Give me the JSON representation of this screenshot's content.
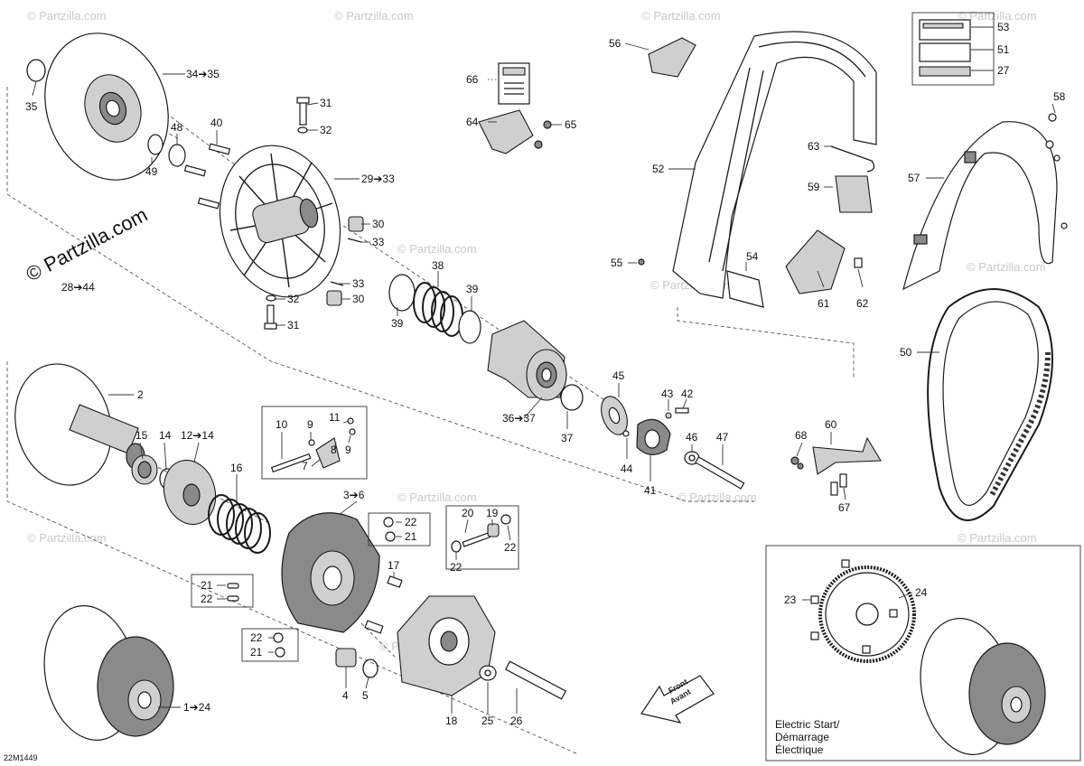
{
  "diagram": {
    "watermark_text": "© Partzilla.com",
    "drawing_code": "22M1449",
    "front_arrow": {
      "line1": "Front",
      "line2": "Avant"
    },
    "electric_start_caption": [
      "Electric Start/",
      "Démarrage",
      "Électrique"
    ],
    "callouts": [
      {
        "id": "c35",
        "text": "35"
      },
      {
        "id": "c34",
        "text": "34➔35"
      },
      {
        "id": "c31a",
        "text": "31"
      },
      {
        "id": "c32a",
        "text": "32"
      },
      {
        "id": "c40",
        "text": "40"
      },
      {
        "id": "c48",
        "text": "48"
      },
      {
        "id": "c49",
        "text": "49"
      },
      {
        "id": "c29",
        "text": "29➔33"
      },
      {
        "id": "c30a",
        "text": "30"
      },
      {
        "id": "c33a",
        "text": "33"
      },
      {
        "id": "c28",
        "text": "28➔44"
      },
      {
        "id": "c38",
        "text": "38"
      },
      {
        "id": "c39a",
        "text": "39"
      },
      {
        "id": "c39b",
        "text": "39"
      },
      {
        "id": "c33b",
        "text": "33"
      },
      {
        "id": "c32b",
        "text": "32"
      },
      {
        "id": "c30b",
        "text": "30"
      },
      {
        "id": "c31b",
        "text": "31"
      },
      {
        "id": "c66",
        "text": "66"
      },
      {
        "id": "c64",
        "text": "64"
      },
      {
        "id": "c65",
        "text": "65"
      },
      {
        "id": "c56",
        "text": "56"
      },
      {
        "id": "c53",
        "text": "53"
      },
      {
        "id": "c51",
        "text": "51"
      },
      {
        "id": "c27",
        "text": "27"
      },
      {
        "id": "c58",
        "text": "58"
      },
      {
        "id": "c52",
        "text": "52"
      },
      {
        "id": "c63",
        "text": "63"
      },
      {
        "id": "c57",
        "text": "57"
      },
      {
        "id": "c59",
        "text": "59"
      },
      {
        "id": "c55",
        "text": "55"
      },
      {
        "id": "c54",
        "text": "54"
      },
      {
        "id": "c61",
        "text": "61"
      },
      {
        "id": "c62",
        "text": "62"
      },
      {
        "id": "c50",
        "text": "50"
      },
      {
        "id": "c2",
        "text": "2"
      },
      {
        "id": "c45",
        "text": "45"
      },
      {
        "id": "c43",
        "text": "43"
      },
      {
        "id": "c42",
        "text": "42"
      },
      {
        "id": "c36",
        "text": "36➔37"
      },
      {
        "id": "c37",
        "text": "37"
      },
      {
        "id": "c46",
        "text": "46"
      },
      {
        "id": "c47",
        "text": "47"
      },
      {
        "id": "c44",
        "text": "44"
      },
      {
        "id": "c41",
        "text": "41"
      },
      {
        "id": "c60",
        "text": "60"
      },
      {
        "id": "c68",
        "text": "68"
      },
      {
        "id": "c67",
        "text": "67"
      },
      {
        "id": "c10",
        "text": "10"
      },
      {
        "id": "c9a",
        "text": "9"
      },
      {
        "id": "c11",
        "text": "11"
      },
      {
        "id": "c8",
        "text": "8"
      },
      {
        "id": "c9b",
        "text": "9"
      },
      {
        "id": "c7",
        "text": "7"
      },
      {
        "id": "c15",
        "text": "15"
      },
      {
        "id": "c14",
        "text": "14"
      },
      {
        "id": "c12",
        "text": "12➔14"
      },
      {
        "id": "c16",
        "text": "16"
      },
      {
        "id": "c3",
        "text": "3➔6"
      },
      {
        "id": "c22a",
        "text": "22"
      },
      {
        "id": "c21a",
        "text": "21"
      },
      {
        "id": "c20",
        "text": "20"
      },
      {
        "id": "c19",
        "text": "19"
      },
      {
        "id": "c22b",
        "text": "22"
      },
      {
        "id": "c22c",
        "text": "22"
      },
      {
        "id": "c17",
        "text": "17"
      },
      {
        "id": "c21b",
        "text": "21"
      },
      {
        "id": "c22d",
        "text": "22"
      },
      {
        "id": "c22e",
        "text": "22"
      },
      {
        "id": "c21c",
        "text": "21"
      },
      {
        "id": "c4",
        "text": "4"
      },
      {
        "id": "c5",
        "text": "5"
      },
      {
        "id": "c18",
        "text": "18"
      },
      {
        "id": "c25",
        "text": "25"
      },
      {
        "id": "c26",
        "text": "26"
      },
      {
        "id": "c1",
        "text": "1➔24"
      },
      {
        "id": "c23",
        "text": "23"
      },
      {
        "id": "c24",
        "text": "24"
      }
    ]
  }
}
